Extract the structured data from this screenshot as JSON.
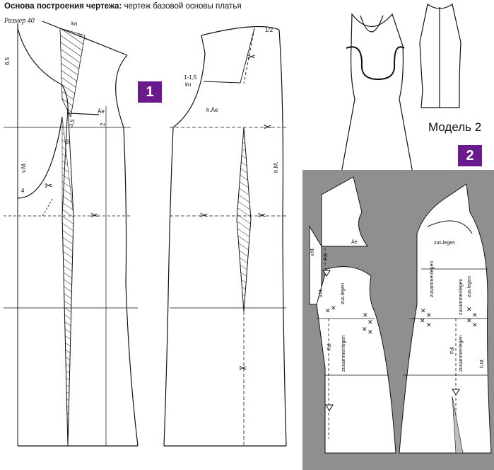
{
  "header": {
    "title_bold": "Основа построения чертежа:",
    "title_rest": " чертеж базовой основы платья",
    "size": "Размер 40"
  },
  "badges": {
    "one": "1",
    "two": "2"
  },
  "model_label": "Модель 2",
  "labels": {
    "kn_top": "kn",
    "six_five": "6,5",
    "half": "1/2",
    "one_to_one_five": "1-1,5",
    "kn_left": "kn",
    "ae_front": "Äe",
    "h_ae": "h.Äe",
    "three_five": "3,5",
    "two": "2",
    "bl": "Bl",
    "vm": "v.M.",
    "four": "4",
    "hm": "h.M."
  },
  "labels2": {
    "vm2": "v.M.",
    "fdl_front": "Fdl",
    "ae2": "Äe",
    "zus_legen_top": "zus.legen",
    "zus_legen_left": "zus.legen",
    "zus_legen_right": "zus.legen",
    "zusammenlegen_a": "zusammenlegen",
    "zusammenlegen_b": "zusammenlegen",
    "zusammenlegen_c": "zusammenlegen",
    "zusammenlegen_d": "zusammenlegen",
    "fdl_a": "Fdl",
    "fdl_b": "Fdl",
    "vm3": "v.M.",
    "hm2": "h.M."
  },
  "colors": {
    "ink": "#111111",
    "panel_bg": "#8f8f8f",
    "badge_purple": "#6a1a8c",
    "hatch": "#222222"
  }
}
